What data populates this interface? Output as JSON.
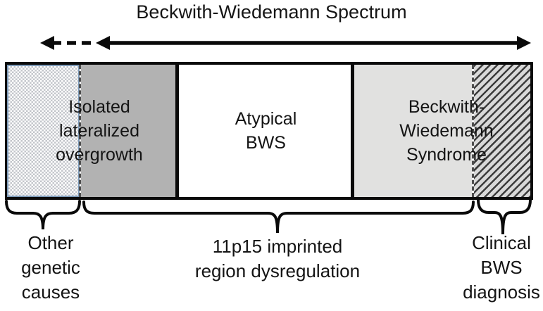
{
  "title": "Beckwith-Wiedemann Spectrum",
  "bar": {
    "segments": {
      "other_genetic": {
        "pattern": "checkerboard",
        "label": ""
      },
      "overgrowth": {
        "label": "Isolated\nlateralized\novergrowth",
        "fill": "#b2b2b2"
      },
      "atypical": {
        "label": "Atypical\nBWS",
        "fill": "#ffffff"
      },
      "bws": {
        "label": "Beckwith-\nWiedemann\nSyndrome",
        "fill": "#e1e1e0"
      },
      "clinical_only": {
        "pattern": "diagonal-hatch",
        "label": ""
      }
    }
  },
  "callouts": {
    "other_genetic": {
      "label": "Other\ngenetic\ncauses"
    },
    "imprinted": {
      "label": "11p15 imprinted\nregion dysregulation"
    },
    "clinical": {
      "label": "Clinical\nBWS\ndiagnosis"
    }
  },
  "arrows": {
    "main": "solid-double-headed",
    "extension": "dashed-left-headed"
  },
  "colors": {
    "bar_border": "#0a0a0a",
    "gray_segment": "#b2b2b2",
    "light_gray_segment": "#e1e1e0",
    "checker_gray": "#c3c6cb",
    "checker_border_blue": "#7d9ab8",
    "hatch_line": "#3c3c3c",
    "hatch_bg": "#d9d9d9",
    "text": "#141414"
  }
}
